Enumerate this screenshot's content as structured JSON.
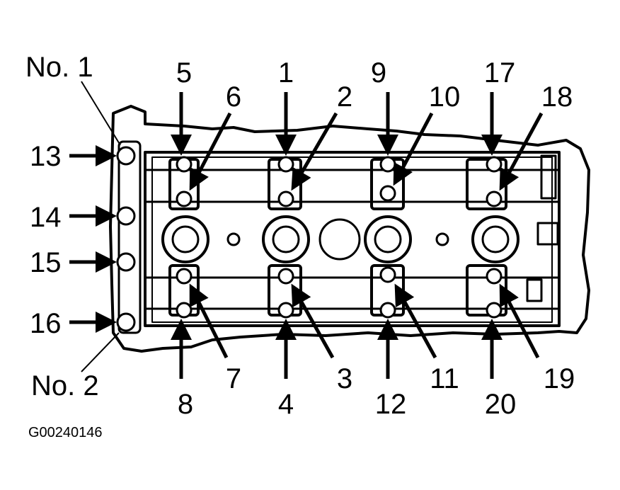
{
  "labels": {
    "no1": "No. 1",
    "no2": "No. 2",
    "code": "G00240146"
  },
  "bolts": [
    "1",
    "2",
    "3",
    "4",
    "5",
    "6",
    "7",
    "8",
    "9",
    "10",
    "11",
    "12",
    "13",
    "14",
    "15",
    "16",
    "17",
    "18",
    "19",
    "20"
  ]
}
